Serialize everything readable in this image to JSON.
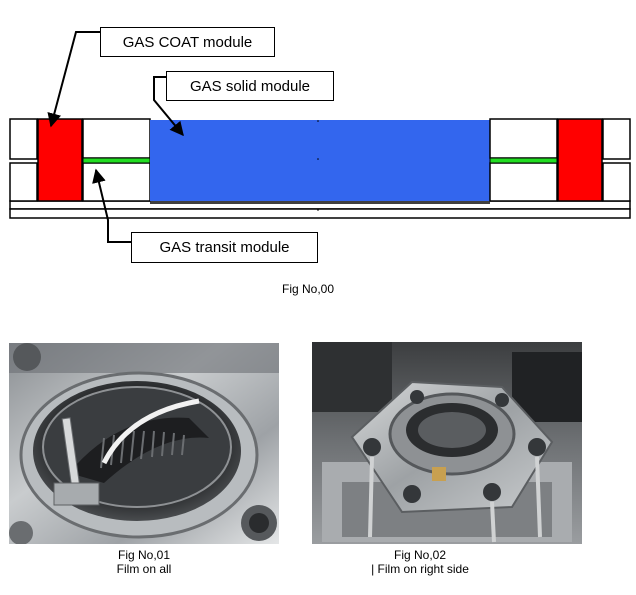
{
  "labels": {
    "coat": "GAS COAT module",
    "solid": "GAS solid module",
    "transit": "GAS transit module"
  },
  "captions": {
    "fig0": "Fig No,00",
    "fig1_title": "Fig No,01",
    "fig1_sub": "Film on all",
    "fig2_title": "Fig No,02",
    "fig2_sub": "| Film on right side"
  },
  "colors": {
    "coat": "#ff0000",
    "solid": "#3366ee",
    "transit": "#22dd22"
  }
}
